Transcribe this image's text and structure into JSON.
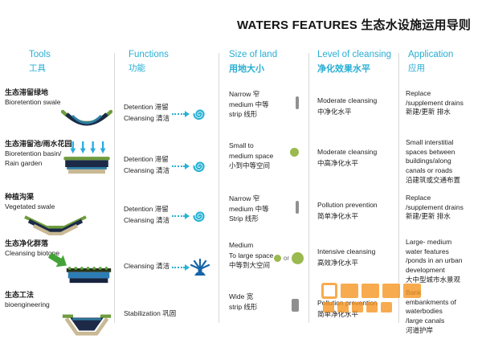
{
  "title": "WATERS FEATURES 生态水设施运用导则",
  "columns": [
    {
      "en": "Tools",
      "zh": "工具"
    },
    {
      "en": "Functions",
      "zh": "功能"
    },
    {
      "en": "Size of land",
      "zh": "用地大小"
    },
    {
      "en": "Level of cleansing",
      "zh": "净化效果水平"
    },
    {
      "en": "Application",
      "zh": "应用"
    }
  ],
  "rows": [
    {
      "tool_lines": [
        "生态滞留绿地",
        "Bioretention swale"
      ],
      "icon": "bioretention-swale",
      "function_lines": [
        "Detention 滞留",
        "Cleansing 清洁"
      ],
      "function_icon": "spiral-icon",
      "size_lines": [
        "Narrow 窄",
        "medium 中等",
        "strip 线形"
      ],
      "size_icon": "narrow-strip-bar",
      "level_lines": [
        "Moderate cleansing",
        "中净化水平"
      ],
      "application_lines": [
        "Replace",
        "/supplement drains",
        "新建/更新 排水"
      ]
    },
    {
      "tool_lines": [
        "生态滞留池/雨水花园",
        "Bioretention basin/",
        "Rain garden"
      ],
      "icon": "bioretention-basin-rain-garden",
      "function_lines": [
        "Detention 滞留",
        "Cleansing 清洁"
      ],
      "function_icon": "spiral-icon",
      "size_lines": [
        "Small to",
        "medium space",
        "小到中等空间"
      ],
      "size_icon": "small-green-dot",
      "level_lines": [
        "Moderate cleansing",
        "中高净化水平"
      ],
      "application_lines": [
        "Small interstitial",
        "spaces between",
        "buildings/along",
        "canals or roads",
        "沿建筑或交通布置"
      ]
    },
    {
      "tool_lines": [
        "种植沟渠",
        "Vegetated swale"
      ],
      "icon": "vegetated-swale",
      "function_lines": [
        "Detention 滞留",
        "Cleansing 清洁"
      ],
      "function_icon": "spiral-icon",
      "size_lines": [
        "Narrow 窄",
        "medium 中等",
        "Strip 线形"
      ],
      "size_icon": "narrow-strip-bar",
      "level_lines": [
        "Pollution prevention",
        "简单净化水平"
      ],
      "application_lines": [
        "Replace",
        "/supplement drains",
        "新建/更新 排水"
      ]
    },
    {
      "tool_lines": [
        "生态净化群落",
        "Cleansing biotope"
      ],
      "icon": "cleansing-biotope",
      "function_lines": [
        "Cleansing 清洁"
      ],
      "function_icon": "fountain-icon",
      "size_lines": [
        "Medium",
        "To large space",
        "中等到大空间"
      ],
      "size_icon": "small-dot-or-large-dot",
      "size_or_label": "or",
      "level_lines": [
        "Intensive cleansing",
        "高效净化水平"
      ],
      "application_lines": [
        "Large- medium",
        "water features",
        "/ponds in an urban",
        "development",
        "大中型城市水景观"
      ]
    },
    {
      "tool_lines": [
        "生态工法",
        "bioengineering"
      ],
      "icon": "bioengineering",
      "function_lines": [
        "Stabilization 巩固"
      ],
      "function_icon": "",
      "size_lines": [
        "Wide 宽",
        "strip 线形"
      ],
      "size_icon": "wide-strip-bar",
      "level_lines": [
        "Pollution prevention",
        "简单净化水平"
      ],
      "application_lines": [
        "Bank",
        "embankments of",
        "waterbodies",
        "/large canals",
        "河道护岸"
      ]
    }
  ],
  "colors": {
    "accent_cyan": "#29b2d4",
    "dot_green": "#9ab94e",
    "bar_gray": "#909090",
    "watermark_orange": "#f7941d",
    "arrow_blue": "#29abe2",
    "text": "#1f1f1f"
  }
}
